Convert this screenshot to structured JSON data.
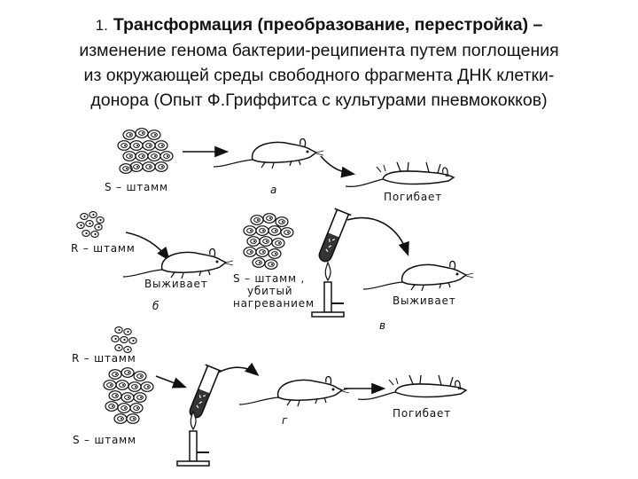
{
  "heading": {
    "number": "1.",
    "title": "Трансформация (преобразование, перестройка) –",
    "line2": "изменение генома бактерии-реципиента путем поглощения",
    "line3": "из окружающей среды свободного фрагмента ДНК клетки-",
    "line4": "донора   (Опыт Ф.Гриффитса с культурами пневмококков)"
  },
  "figure": {
    "s_strain_a": "S – штамм",
    "letter_a": "а",
    "dies_a": "Погибает",
    "r_strain_b": "R – штамм",
    "survives_b": "Выживает",
    "letter_b": "б",
    "s_heat_1": "S – штамм ,",
    "s_heat_2": "убитый",
    "s_heat_3": "нагреванием",
    "survives_c": "Выживает",
    "letter_c": "в",
    "r_strain_d": "R – штамм",
    "s_strain_d": "S – штамм",
    "letter_d": "г",
    "dies_d": "Погибает"
  },
  "colors": {
    "ink": "#111111",
    "background": "#ffffff"
  },
  "icons": [
    "bacteria-cluster-icon",
    "mouse-icon",
    "test-tube-icon",
    "burner-icon",
    "arrow-icon"
  ]
}
